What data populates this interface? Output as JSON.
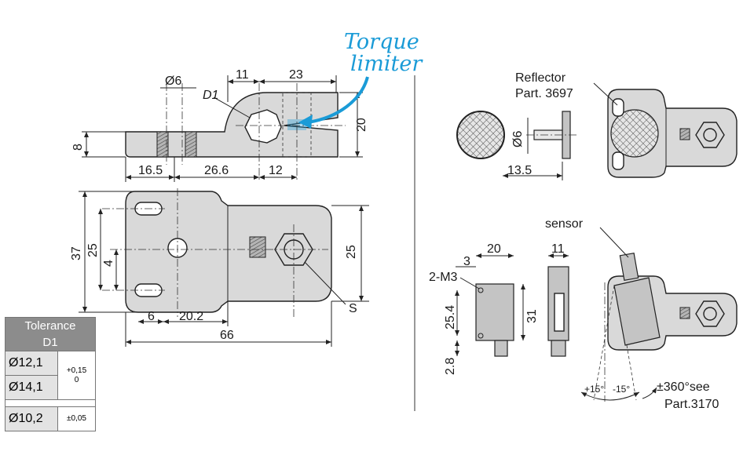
{
  "annotation": {
    "line1": "Torque",
    "line2": "limiter",
    "color": "#1a9bd7"
  },
  "left_view": {
    "top": {
      "hole": "Ø6",
      "d1": "D1",
      "dim_11": "11",
      "dim_23": "23",
      "dim_20": "20",
      "dim_8": "8",
      "dim_16_5": "16.5",
      "dim_26_6": "26.6",
      "dim_12": "12"
    },
    "plan": {
      "dim_37": "37",
      "dim_25_left": "25",
      "dim_4": "4",
      "dim_25_right": "25",
      "dim_6": "6",
      "dim_20_2": "20.2",
      "dim_66": "66",
      "screw_label": "S"
    }
  },
  "reflector": {
    "title": "Reflector",
    "part": "Part. 3697",
    "dim_6": "Ø6",
    "dim_13_5": "13.5"
  },
  "sensor": {
    "label": "sensor",
    "dim_3": "3",
    "dim_20": "20",
    "dim_11": "11",
    "thread": "2-M3",
    "dim_25_4": "25.4",
    "dim_31": "31",
    "dim_2_8": "2.8",
    "angle_left": "+15°",
    "angle_right": "-15°",
    "rotation": "±360°see",
    "rotation_part": "Part.3170"
  },
  "tolerance_table": {
    "header_line1": "Tolerance",
    "header_line2": "D1",
    "rows": [
      {
        "sizes": [
          "Ø12,1",
          "Ø14,1"
        ],
        "upper": "+0,15",
        "lower": "0"
      },
      {
        "sizes": [
          "Ø10,2"
        ],
        "tol": "±0,05"
      }
    ]
  }
}
